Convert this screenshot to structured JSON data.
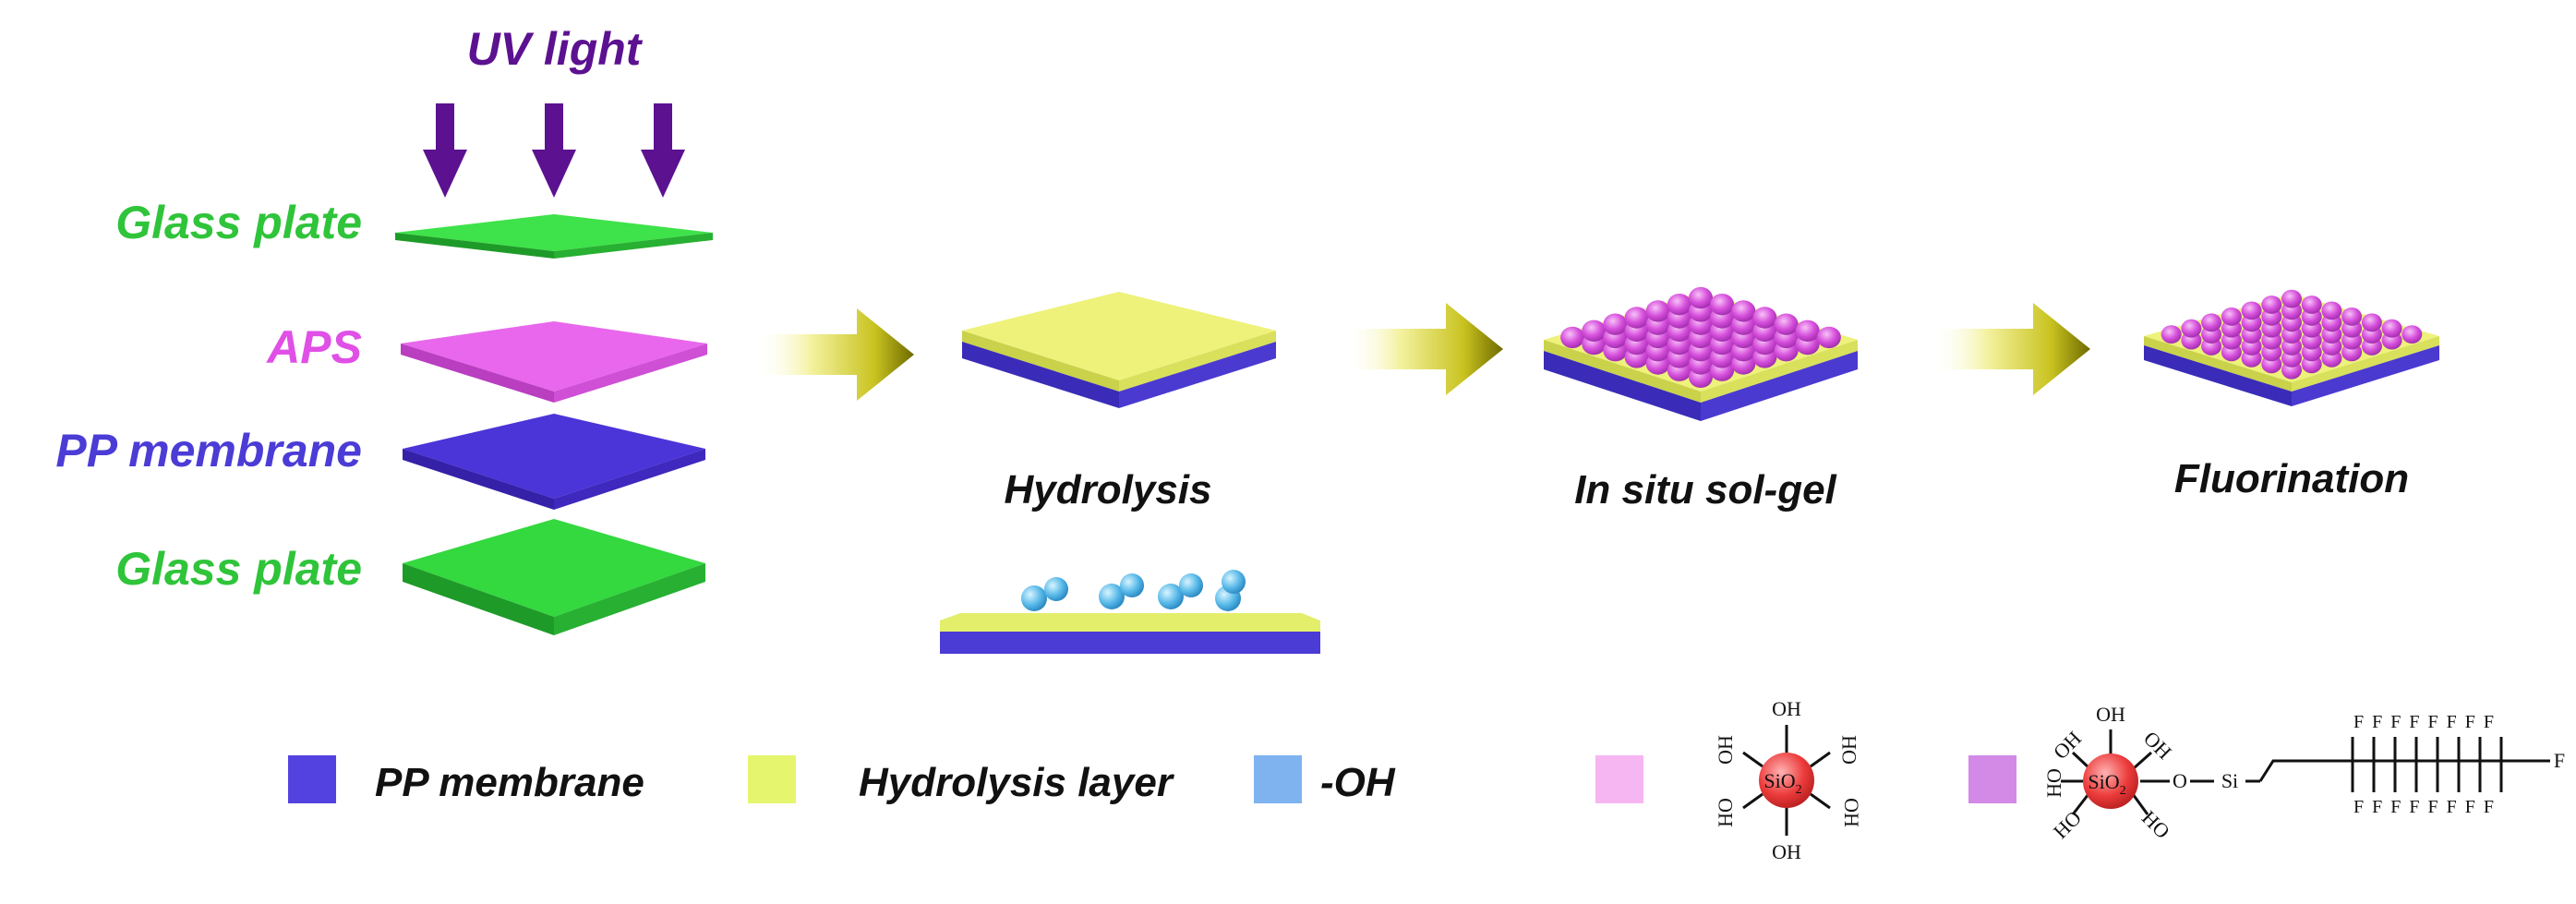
{
  "top": {
    "uv_label": "UV light"
  },
  "stack": {
    "glass_top": "Glass plate",
    "aps": "APS",
    "pp": "PP membrane",
    "glass_bottom": "Glass plate"
  },
  "steps": {
    "hydrolysis": "Hydrolysis",
    "sol_gel": "In situ  sol-gel",
    "fluorination": "Fluorination"
  },
  "legend": {
    "pp": "PP membrane",
    "hydrolysis_layer": "Hydrolysis layer",
    "oh": "-OH"
  },
  "chem": {
    "oh": "OH",
    "ho": "HO",
    "sio2_main": "SiO",
    "sio2_sub": "2",
    "o": "O",
    "si": "Si",
    "f": "F",
    "f_row": "F F F F F F F F"
  },
  "colors": {
    "uv_purple": "#5b1190",
    "glass_green": "#2fc43a",
    "aps_magenta": "#e04fe6",
    "pp_blue": "#4b3cd6",
    "hydrolysis_yellow": "#e6f56e",
    "oh_blue": "#7fb3f0",
    "arrow_olive": "#6e6a00",
    "legend_pink": "#f6b6f2",
    "legend_violet": "#d38ae6",
    "sio2_red": "#ec3b3b"
  }
}
